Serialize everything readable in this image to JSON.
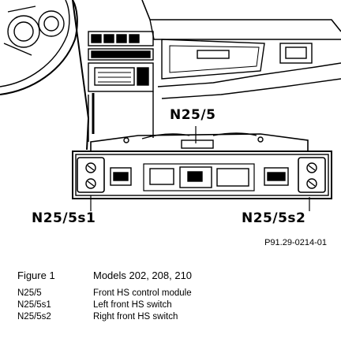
{
  "callouts": {
    "module": "N25/5",
    "left_switch": "N25/5s1",
    "right_switch": "N25/5s2"
  },
  "reference_code": "P91.29-0214-01",
  "caption": {
    "figure_number": "Figure 1",
    "title": "Models 202, 208, 210"
  },
  "legend": [
    {
      "code": "N25/5",
      "description": "Front HS control module"
    },
    {
      "code": "N25/5s1",
      "description": "Left front HS switch"
    },
    {
      "code": "N25/5s2",
      "description": "Right front HS switch"
    }
  ]
}
